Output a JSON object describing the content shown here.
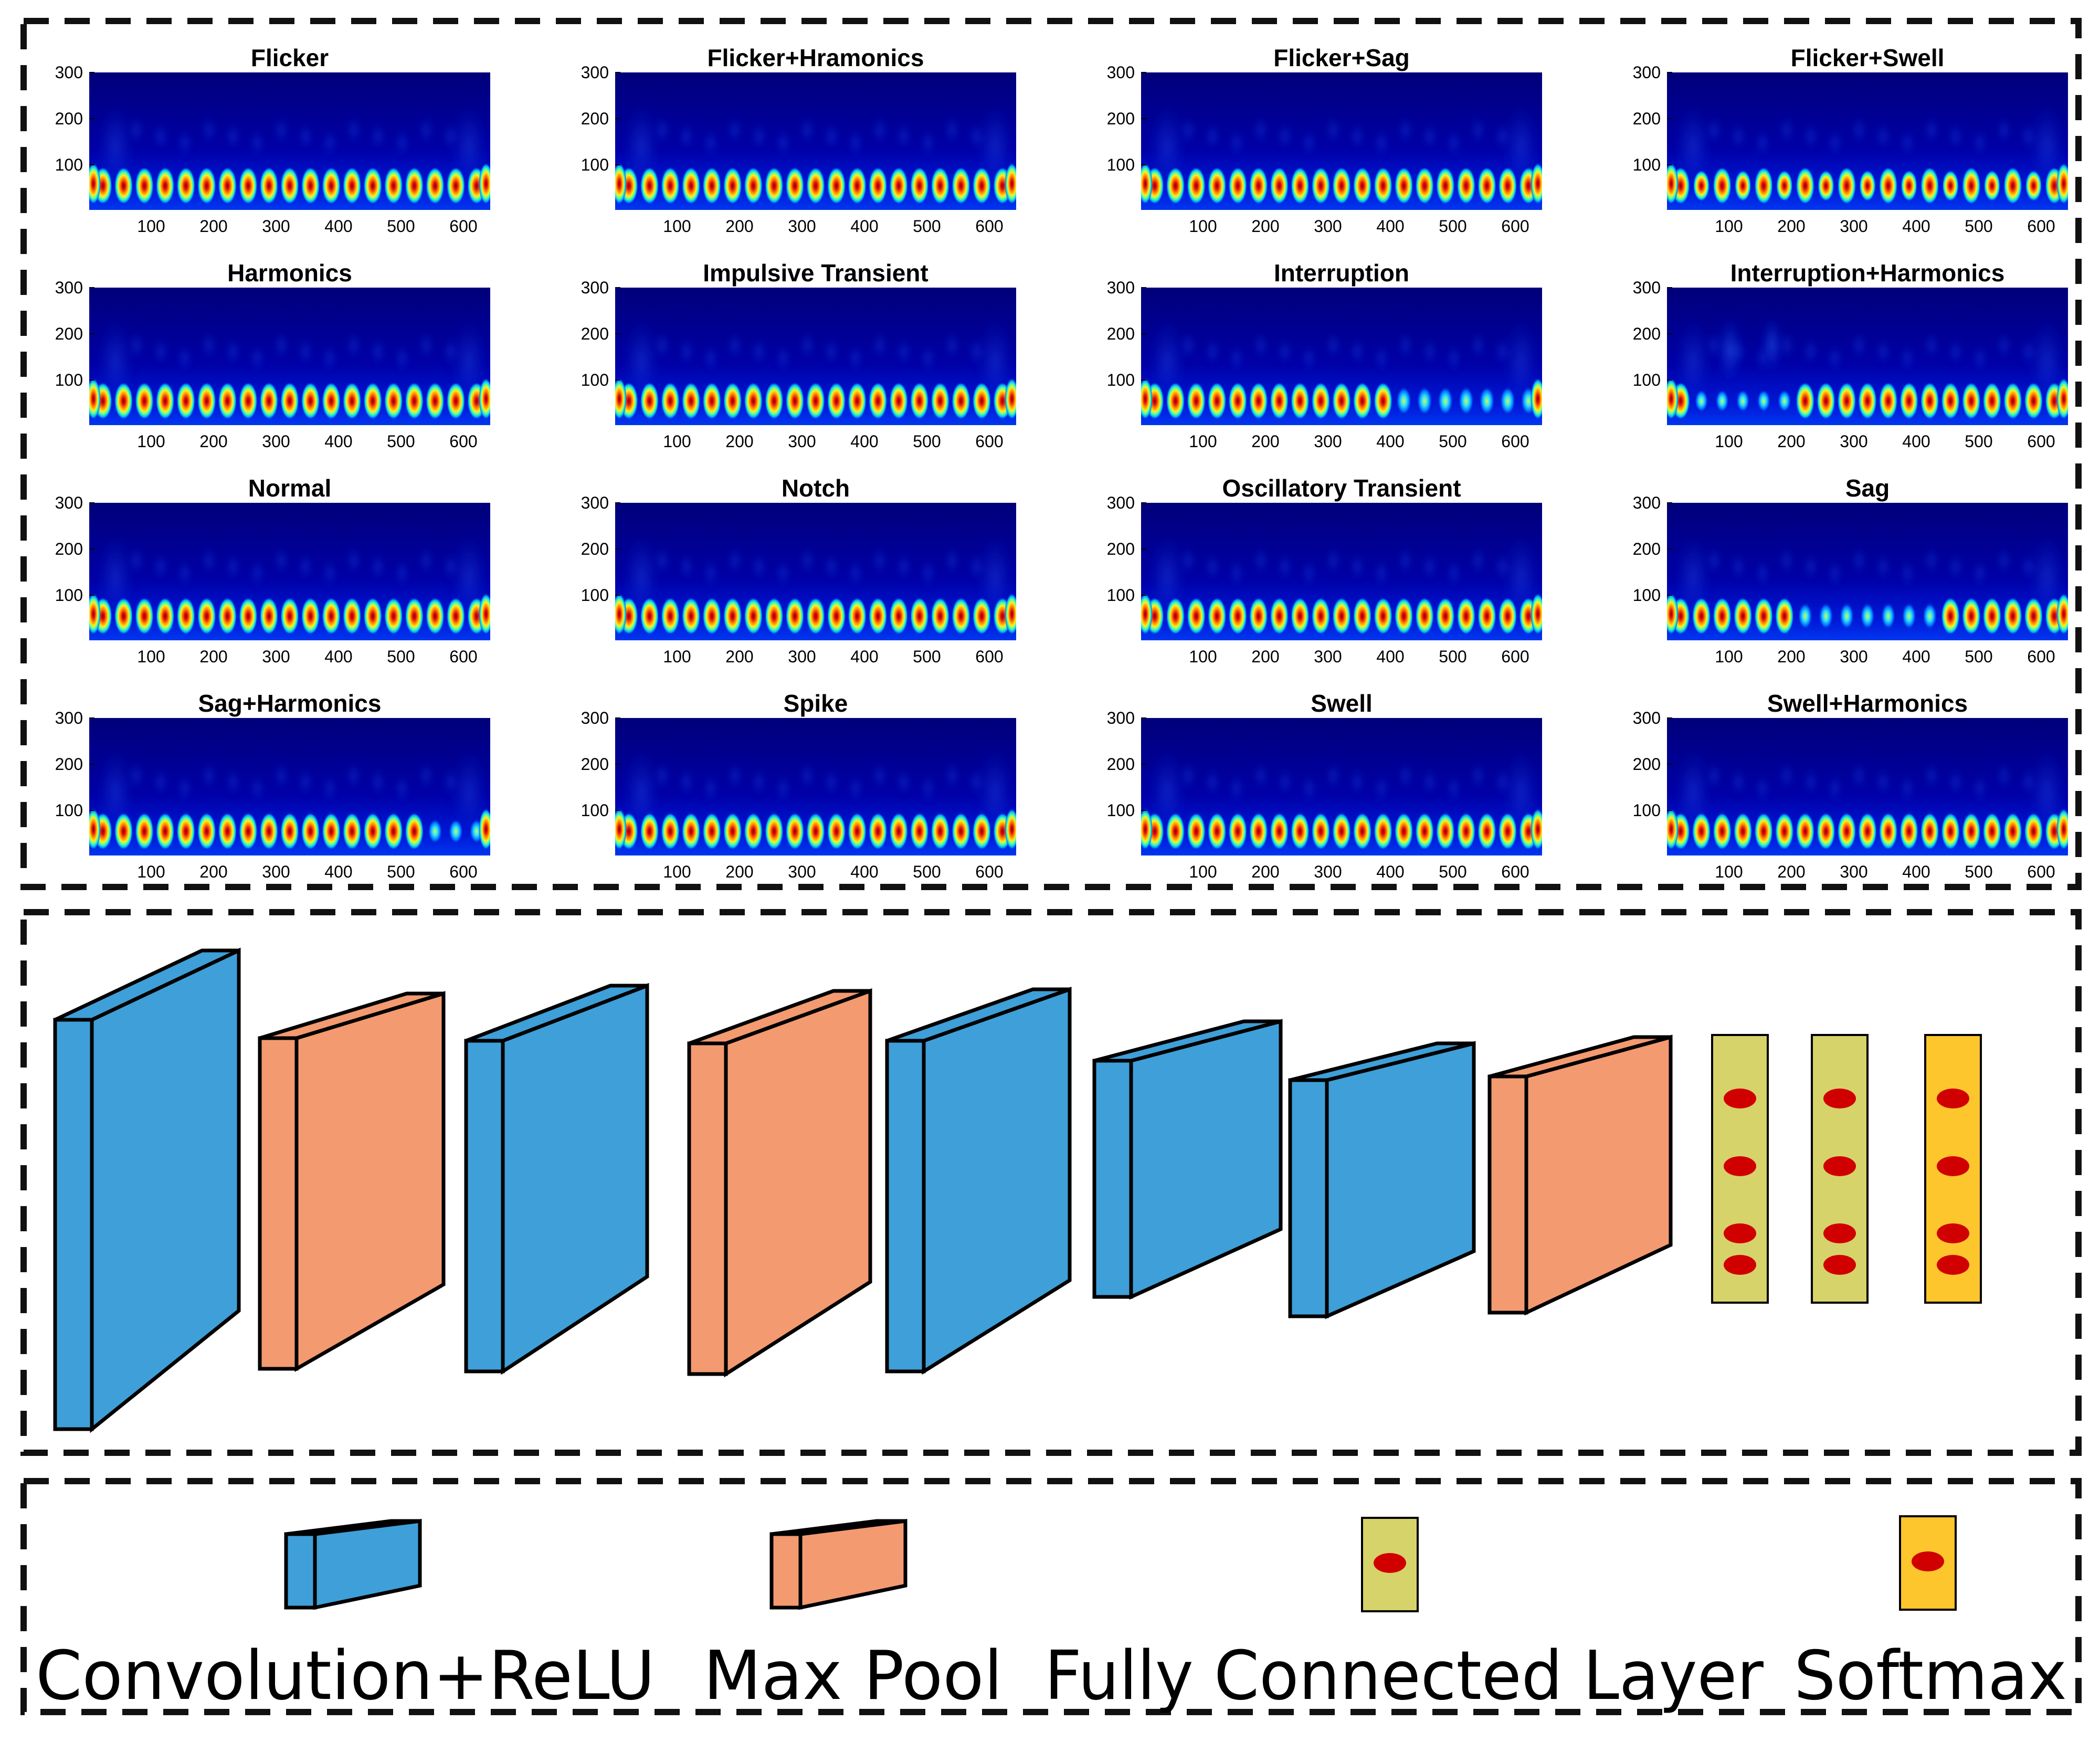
{
  "spectrogram_panels": {
    "y_ticks": [
      "300",
      "200",
      "100"
    ],
    "x_ticks": [
      "100",
      "200",
      "300",
      "400",
      "500",
      "600"
    ],
    "items": [
      {
        "title": "Flicker",
        "pattern": "normal"
      },
      {
        "title": "Flicker+Hramonics",
        "pattern": "normal"
      },
      {
        "title": "Flicker+Sag",
        "pattern": "normal"
      },
      {
        "title": "Flicker+Swell",
        "pattern": "flicker"
      },
      {
        "title": "Harmonics",
        "pattern": "normal"
      },
      {
        "title": "Impulsive Transient",
        "pattern": "normal"
      },
      {
        "title": "Interruption",
        "pattern": "interruption"
      },
      {
        "title": "Interruption+Harmonics",
        "pattern": "interruption_harmonics"
      },
      {
        "title": "Normal",
        "pattern": "normal"
      },
      {
        "title": "Notch",
        "pattern": "normal"
      },
      {
        "title": "Oscillatory Transient",
        "pattern": "normal"
      },
      {
        "title": "Sag",
        "pattern": "sag"
      },
      {
        "title": "Sag+Harmonics",
        "pattern": "sag_harmonics"
      },
      {
        "title": "Spike",
        "pattern": "normal"
      },
      {
        "title": "Swell",
        "pattern": "normal"
      },
      {
        "title": "Swell+Harmonics",
        "pattern": "normal"
      }
    ]
  },
  "network": {
    "layers": [
      {
        "type": "conv"
      },
      {
        "type": "pool"
      },
      {
        "type": "conv"
      },
      {
        "type": "pool"
      },
      {
        "type": "conv"
      },
      {
        "type": "conv"
      },
      {
        "type": "conv"
      },
      {
        "type": "pool"
      },
      {
        "type": "fc"
      },
      {
        "type": "fc"
      },
      {
        "type": "softmax"
      }
    ]
  },
  "legend": {
    "items": [
      {
        "type": "conv",
        "label": "Convolution+ReLU"
      },
      {
        "type": "pool",
        "label": "Max Pool"
      },
      {
        "type": "fc",
        "label": "Fully Connected Layer"
      },
      {
        "type": "softmax",
        "label": "Softmax"
      }
    ]
  },
  "colors": {
    "conv": "#3f9fd8",
    "pool": "#f39a70",
    "fc": "#d6d36a",
    "softmax": "#fcc62c",
    "neuron": "#d00000",
    "dash_border": "#111111"
  }
}
